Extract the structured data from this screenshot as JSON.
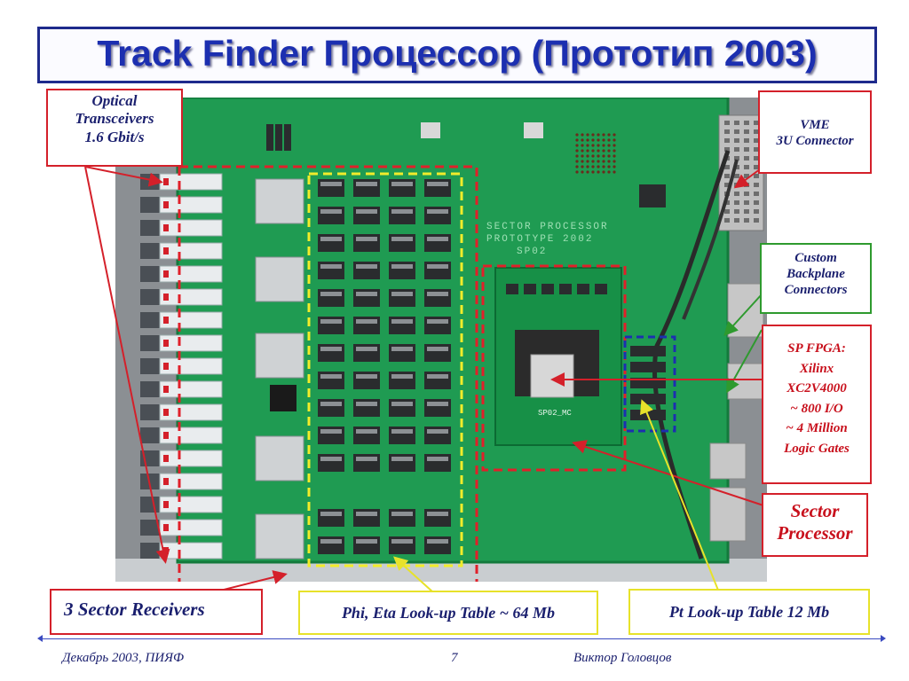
{
  "slide": {
    "title": "Track Finder Процессор (Прототип 2003)",
    "photo_board_text": [
      "SECTOR PROCESSOR",
      "PROTOTYPE 2002",
      "SP02"
    ],
    "chip_label": "SP02_MC",
    "callouts": {
      "optical": [
        "Optical",
        "Transceivers",
        "1.6 Gbit/s"
      ],
      "vme": [
        "VME",
        "3U Connector"
      ],
      "backplane": [
        "Custom",
        "Backplane",
        "Connectors"
      ],
      "fpga": [
        "SP FPGA:",
        "Xilinx",
        "XC2V4000",
        "~ 800 I/O",
        "~ 4 Million",
        "Logic Gates"
      ],
      "sector_processor": [
        "Sector",
        "Processor"
      ],
      "receivers": "3 Sector Receivers",
      "phi_eta": "Phi, Eta Look-up Table ~ 64 Mb",
      "pt": "Pt Look-up Table 12 Mb"
    },
    "footer": {
      "date": "Декабрь 2003, ПИЯФ",
      "page": "7",
      "author": "Виктор Головцов"
    }
  },
  "colors": {
    "title": "#1c2fb0",
    "frame": "#1e2a8c",
    "red": "#d4202a",
    "green": "#2e9a2e",
    "yellow": "#e7e22a",
    "pcb": "#1f9b52"
  }
}
